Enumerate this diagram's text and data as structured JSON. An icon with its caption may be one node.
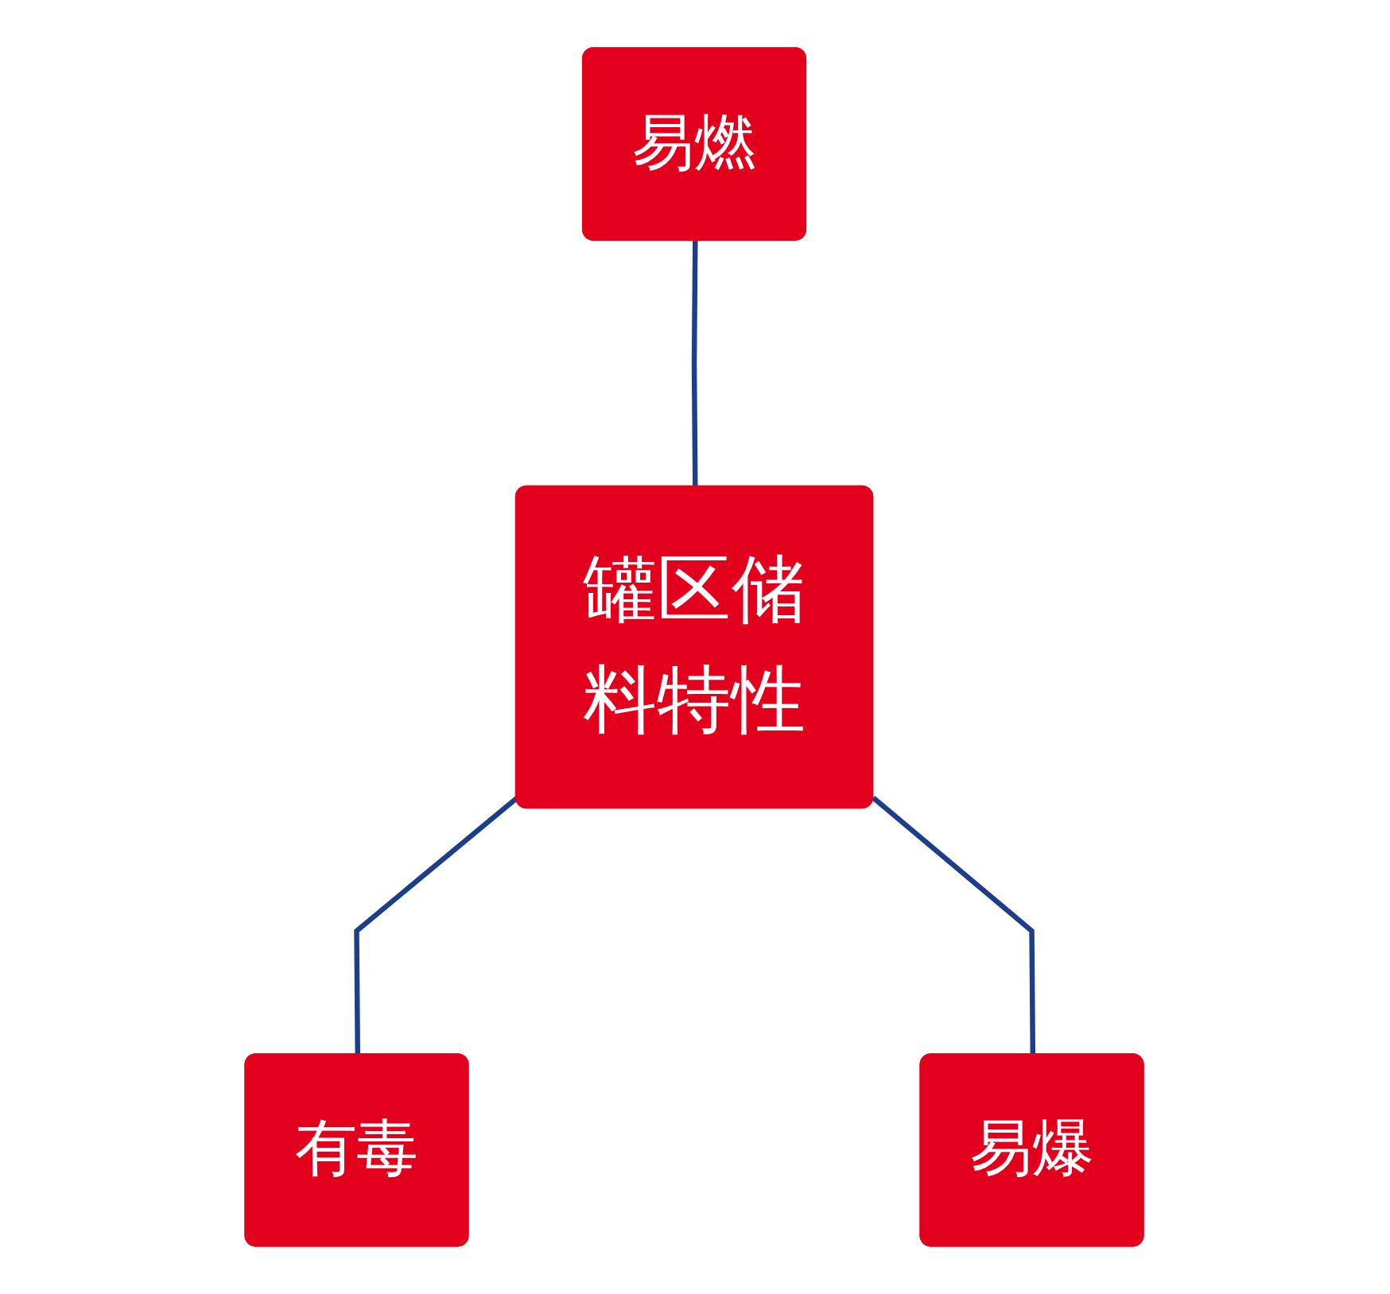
{
  "diagram": {
    "nodes": [
      {
        "text": [
          "易燃"
        ]
      },
      {
        "text": [
          "罐区储料特性"
        ]
      },
      {
        "text": [
          "有毒"
        ]
      },
      {
        "text": [
          "易爆"
        ]
      }
    ],
    "edges": [
      {
        "from": 0,
        "to": 1,
        "arrow": "none"
      },
      {
        "from": 1,
        "to": 2,
        "arrow": "none"
      },
      {
        "from": 1,
        "to": 3,
        "arrow": "none"
      }
    ]
  }
}
